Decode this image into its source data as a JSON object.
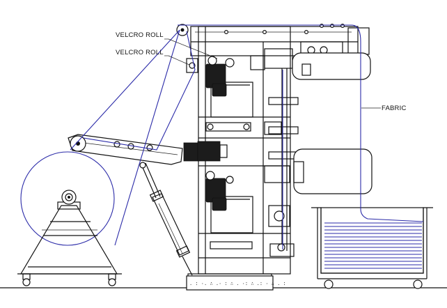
{
  "labels": {
    "velcro_roll_top": "VELCRO ROLL",
    "velcro_roll_bottom": "VELCRO ROLL",
    "fabric": "FABRIC"
  },
  "colors": {
    "line": "#111111",
    "fabric_path": "#2a2aa8",
    "background": "#ffffff"
  }
}
